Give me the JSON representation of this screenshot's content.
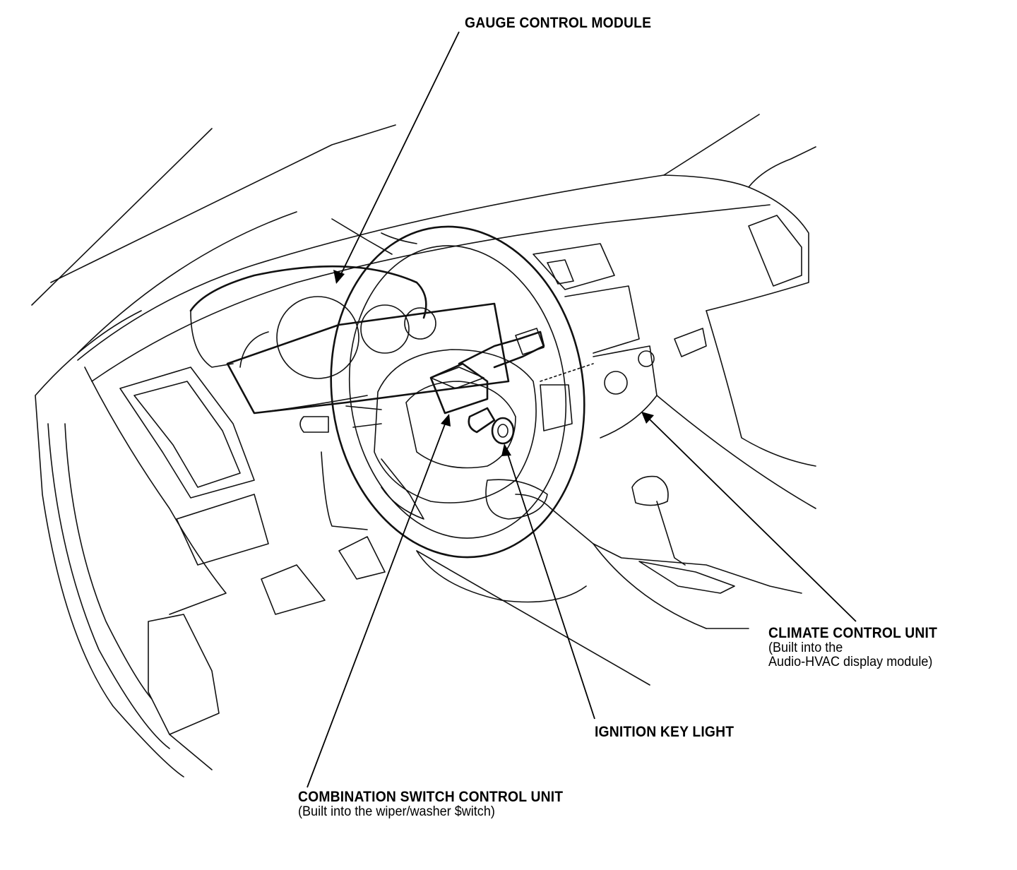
{
  "callouts": {
    "gauge": {
      "title": "GAUGE CONTROL MODULE"
    },
    "climate": {
      "title": "CLIMATE CONTROL UNIT",
      "sub1": "(Built into the",
      "sub2": "Audio-HVAC display module)"
    },
    "ignition": {
      "title": "IGNITION KEY LIGHT"
    },
    "combination": {
      "title": "COMBINATION SWITCH CONTROL UNIT",
      "sub1": "(Built into the wiper/washer $witch)"
    }
  }
}
